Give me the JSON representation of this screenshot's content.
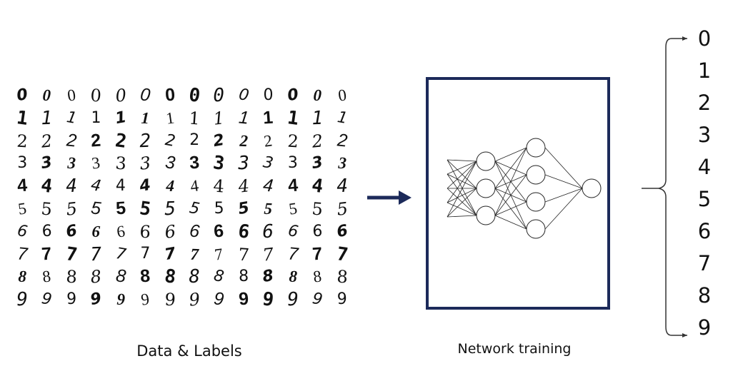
{
  "digit_rows": [
    {
      "digit": "0",
      "count": 14
    },
    {
      "digit": "1",
      "count": 14
    },
    {
      "digit": "2",
      "count": 14
    },
    {
      "digit": "3",
      "count": 14
    },
    {
      "digit": "4",
      "count": 14
    },
    {
      "digit": "5",
      "count": 14
    },
    {
      "digit": "6",
      "count": 14
    },
    {
      "digit": "7",
      "count": 14
    },
    {
      "digit": "8",
      "count": 14
    },
    {
      "digit": "9",
      "count": 14
    }
  ],
  "captions": {
    "data_labels": "Data & Labels",
    "network_training": "Network training"
  },
  "network": {
    "layers": [
      5,
      3,
      4,
      1
    ]
  },
  "class_labels": [
    "0",
    "1",
    "2",
    "3",
    "4",
    "5",
    "6",
    "7",
    "8",
    "9"
  ],
  "colors": {
    "arrow": "#1c2a5a",
    "box_border": "#1c2a5a",
    "ink": "#111111"
  }
}
